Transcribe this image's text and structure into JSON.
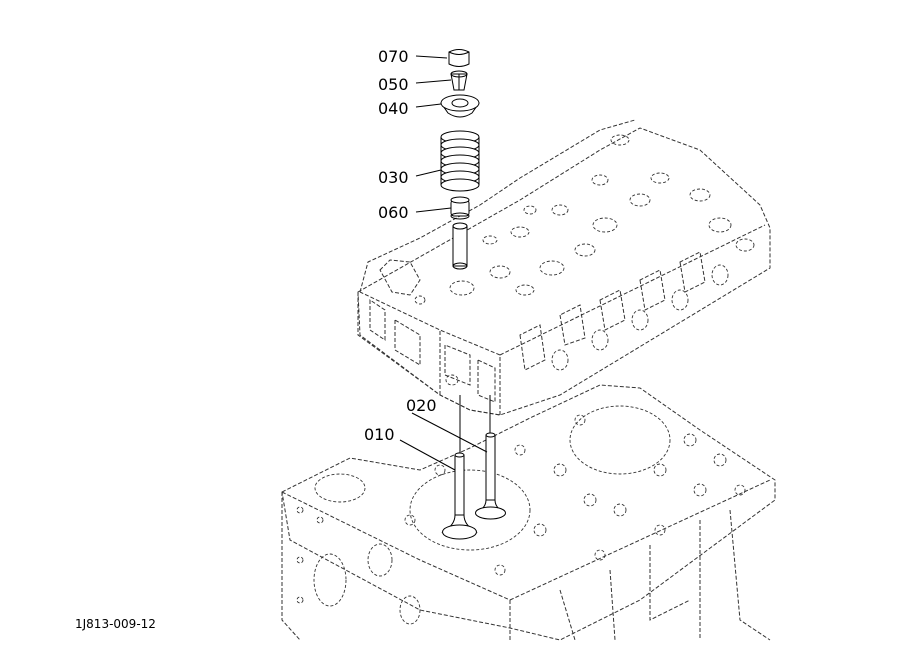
{
  "callouts": [
    {
      "id": "070",
      "label": "070"
    },
    {
      "id": "050",
      "label": "050"
    },
    {
      "id": "040",
      "label": "040"
    },
    {
      "id": "030",
      "label": "030"
    },
    {
      "id": "060",
      "label": "060"
    },
    {
      "id": "020",
      "label": "020"
    },
    {
      "id": "010",
      "label": "010"
    }
  ],
  "figure_code": "1J813-009-12",
  "colors": {
    "line": "#000000",
    "background": "#ffffff"
  }
}
